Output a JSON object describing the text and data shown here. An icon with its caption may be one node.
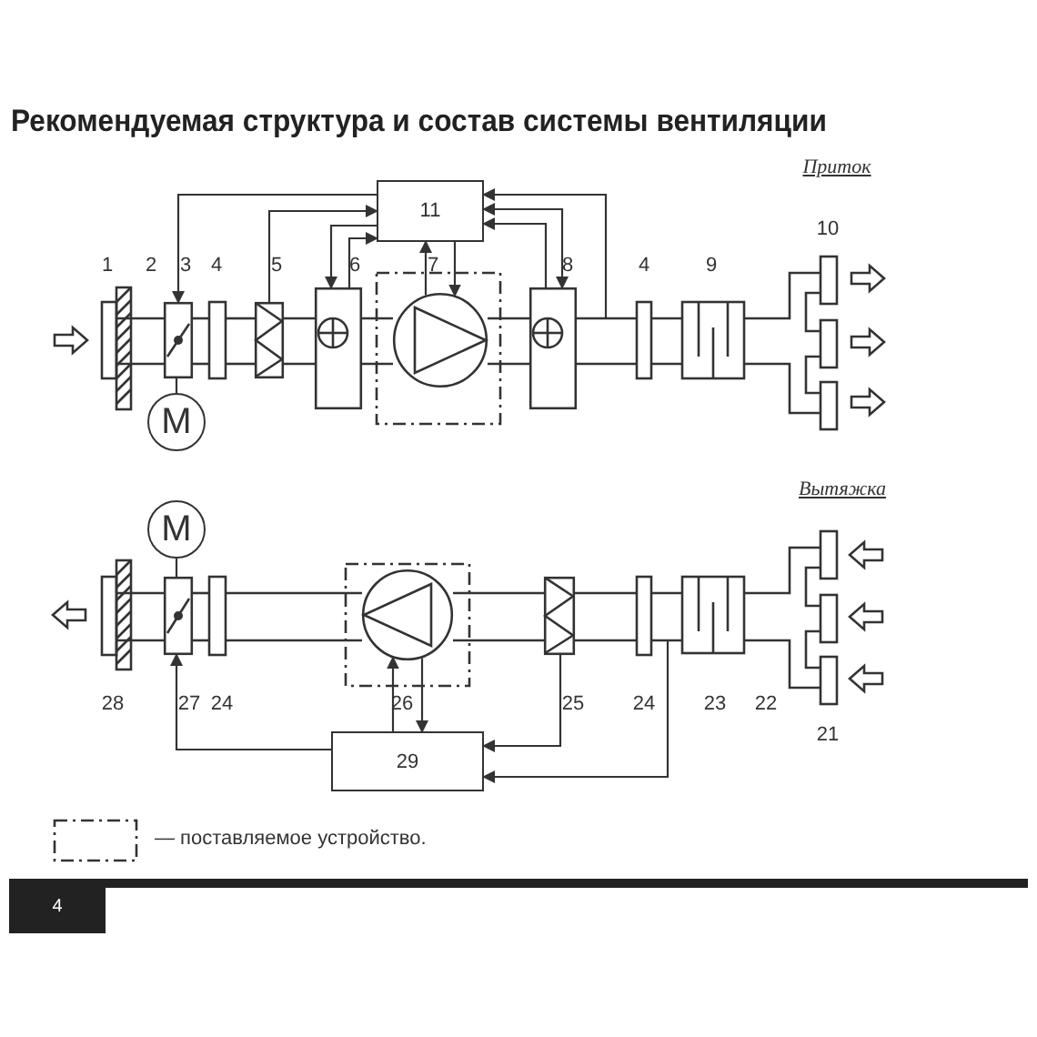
{
  "diagram": {
    "title": "Рекомендуемая структура и состав системы вентиляции",
    "nodes": [
      {
        "text": [
          "11"
        ]
      },
      {
        "text": [
          "M"
        ]
      },
      {
        "text": [],
        "shape": "box"
      },
      {
        "text": [],
        "shape": "box"
      },
      {
        "text": [],
        "shape": "box"
      },
      {
        "text": [],
        "shape": "circle"
      },
      {
        "text": [],
        "shape": "box"
      },
      {
        "text": [
          "M"
        ]
      },
      {
        "text": [],
        "shape": "box"
      },
      {
        "text": [],
        "shape": "circle"
      },
      {
        "text": [],
        "shape": "box"
      },
      {
        "text": [
          "29"
        ]
      }
    ],
    "edges": [
      {
        "from": 0,
        "to": 2,
        "arrow": "to"
      },
      {
        "from": 3,
        "to": 0,
        "arrow": "to"
      },
      {
        "from": 0,
        "to": 4,
        "arrow": "to"
      },
      {
        "from": 4,
        "to": 0,
        "arrow": "to"
      },
      {
        "from": 5,
        "to": 0,
        "arrow": "to"
      },
      {
        "from": 0,
        "to": 5,
        "arrow": "to"
      },
      {
        "from": null,
        "to": 0,
        "arrow": "to"
      },
      {
        "from": 6,
        "to": 0,
        "arrow": "both"
      },
      {
        "from": 6,
        "to": 0,
        "arrow": "to"
      },
      {
        "from": 1,
        "to": 2,
        "arrow": "none"
      },
      {
        "from": 11,
        "to": 8,
        "arrow": "to"
      },
      {
        "from": 11,
        "to": 9,
        "arrow": "to"
      },
      {
        "from": 9,
        "to": 11,
        "arrow": "to"
      },
      {
        "from": 10,
        "to": 11,
        "arrow": "to"
      },
      {
        "from": null,
        "to": 11,
        "arrow": "to"
      },
      {
        "from": 7,
        "to": 8,
        "arrow": "none"
      }
    ],
    "labels": [
      "Приток",
      "1",
      "2",
      "3",
      "4",
      "5",
      "6",
      "7",
      "8",
      "4",
      "9",
      "10",
      "Вытяжка",
      "28",
      "27",
      "24",
      "26",
      "25",
      "24",
      "23",
      "22",
      "21",
      "4"
    ],
    "legend": [
      {
        "text": "— поставляемое устройство."
      }
    ]
  }
}
